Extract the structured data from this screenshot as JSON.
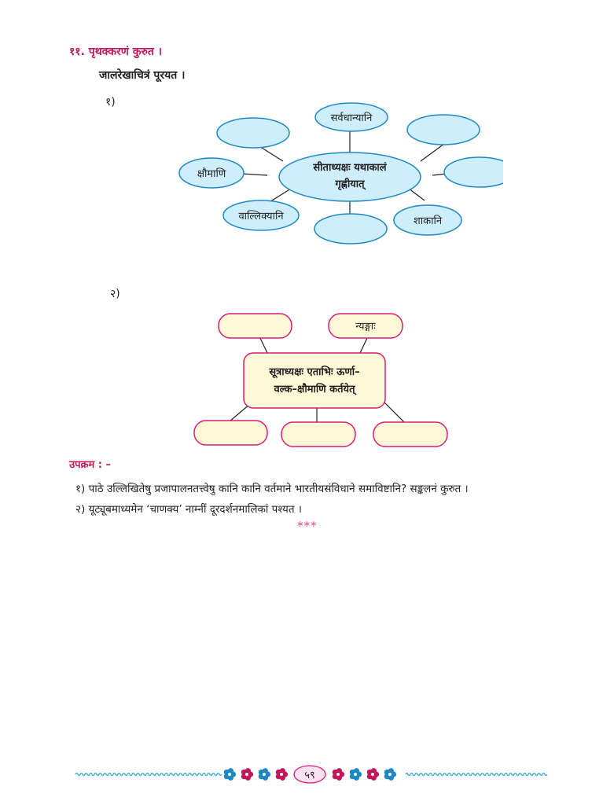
{
  "question": {
    "title": "११. पृथक्करणं कुरुत ।",
    "subtitle": "जालरेखाचित्रं पूरयत ।"
  },
  "diagram1": {
    "number": "१)",
    "center_line1": "सीताध्यक्षः यथाकालं",
    "center_line2": "गृह्णीयात्",
    "top": "सर्वधान्यानि",
    "left": "क्षौमाणि",
    "bottom_left": "वाल्लिक्यानि",
    "bottom_right": "शाकानि"
  },
  "diagram2": {
    "number": "२)",
    "center_line1": "सूत्राध्यक्षः एताभिः ऊर्णा–",
    "center_line2": "वल्क–क्षौमाणि कर्तयेत्",
    "top_right": "न्यङ्गाः"
  },
  "activity": {
    "title": "उपक्रम : –",
    "line1": "१) पाठे उल्लिखितेषु प्रजापालनतत्त्वेषु कानि कानि वर्तमाने भारतीयसंविधाने समाविष्टानि? सङ्कलनं कुरुत ।",
    "line2": "२) यूट्यूबमाध्यमेन ‘चाणक्य’ नाम्नीं दूरदर्शनमालिकां पश्यत ।",
    "stars": "***"
  },
  "page_number": "५९",
  "colors": {
    "accent": "#c2185b",
    "ellipse_fill": "#cdeefa",
    "ellipse_stroke": "#1e88c7",
    "box_fill": "#fff8d6",
    "box_stroke": "#d81b7a"
  }
}
